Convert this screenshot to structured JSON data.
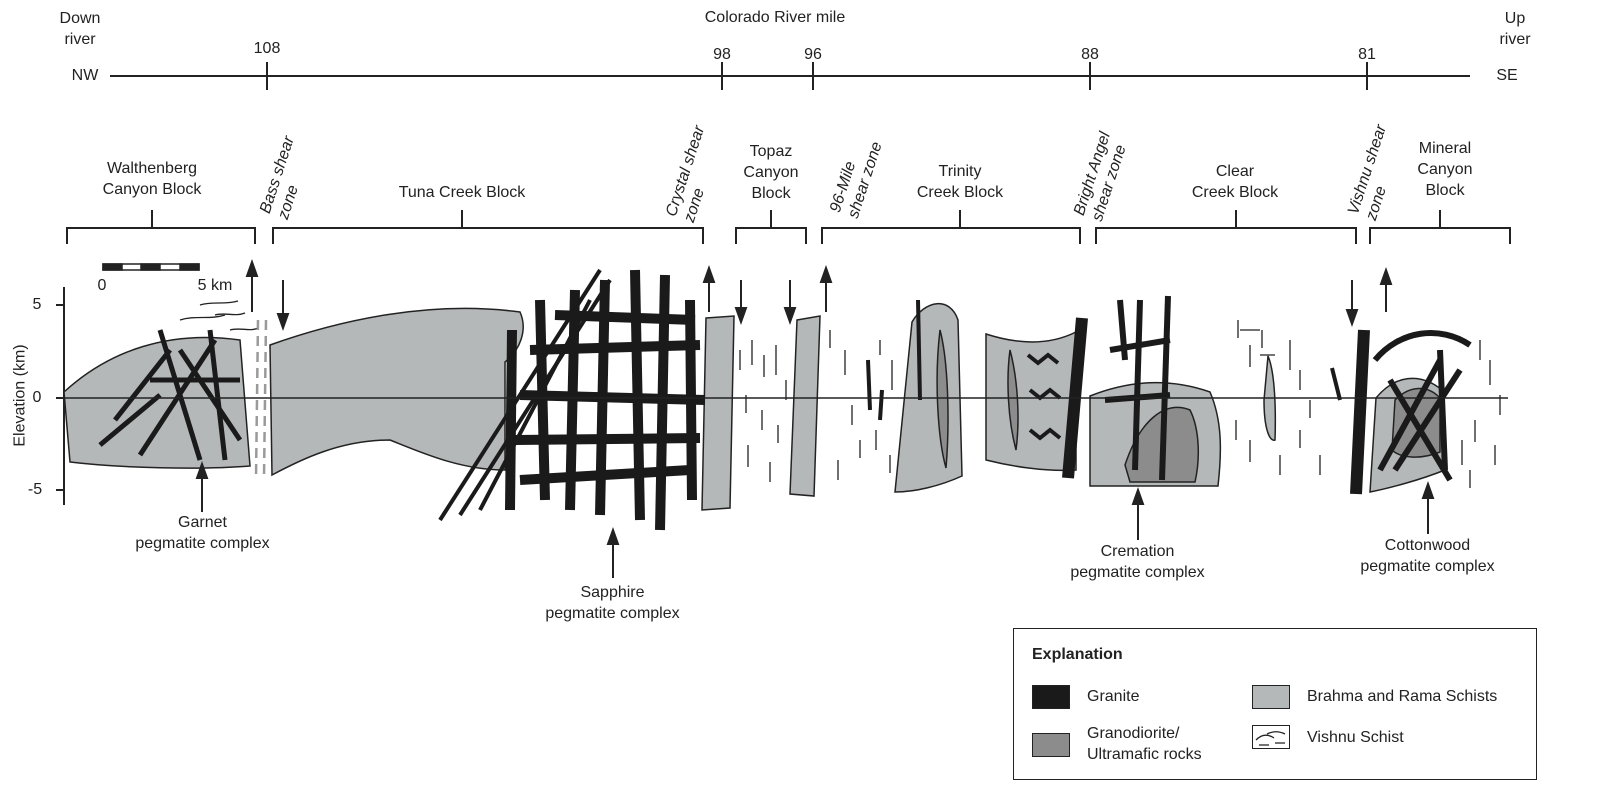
{
  "river_axis": {
    "title": "Colorado River mile",
    "left_end": "Down\nriver",
    "right_end": "Up\nriver",
    "left_dir": "NW",
    "right_dir": "SE",
    "miles": [
      "108",
      "98",
      "96",
      "88",
      "81"
    ]
  },
  "blocks": [
    "Walthenberg\nCanyon Block",
    "Tuna Creek Block",
    "Topaz\nCanyon\nBlock",
    "Trinity\nCreek Block",
    "Clear\nCreek Block",
    "Mineral\nCanyon\nBlock"
  ],
  "shear_zones": [
    "Bass shear\nzone",
    "Crystal shear\nzone",
    "96-Mile\nshear zone",
    "Bright Angel\nshear zone",
    "Vishnu shear\nzone"
  ],
  "elevation_axis": {
    "label": "Elevation (km)",
    "ticks": [
      "5",
      "0",
      "-5"
    ]
  },
  "scale_bar": {
    "start": "0",
    "end": "5 km"
  },
  "complexes": [
    "Garnet\npegmatite complex",
    "Sapphire\npegmatite complex",
    "Cremation\npegmatite complex",
    "Cottonwood\npegmatite complex"
  ],
  "legend": {
    "title": "Explanation",
    "items": [
      {
        "label": "Granite",
        "color": "#1a1a1a"
      },
      {
        "label": "Granodiorite/\nUltramafic rocks",
        "color": "#8c8c8c"
      },
      {
        "label": "Brahma and Rama Schists",
        "color": "#b4b8b9"
      },
      {
        "label": "Vishnu Schist",
        "color": "#ffffff"
      }
    ]
  },
  "colors": {
    "granite": "#1a1a1a",
    "granodiorite": "#8c8c8c",
    "schist": "#b4b8b9",
    "line": "#222222"
  }
}
